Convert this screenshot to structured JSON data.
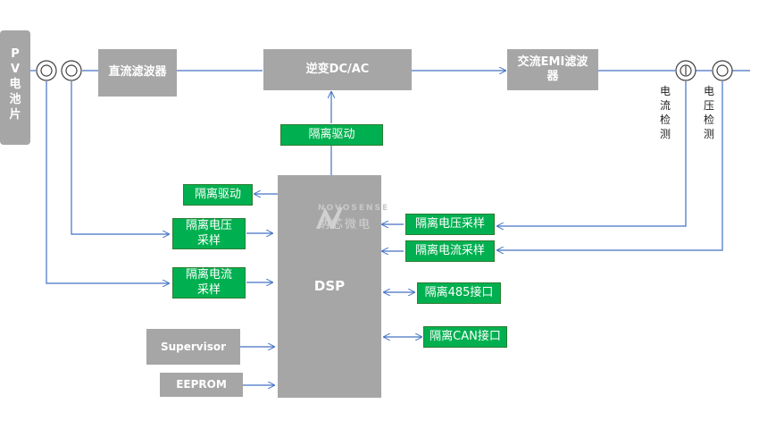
{
  "pv": {
    "label": [
      "P",
      "V",
      "电",
      "池",
      "片"
    ]
  },
  "blocks": {
    "dc_filter": "直流滤波器",
    "inverter": "逆变DC/AC",
    "ac_emi_filter": [
      "交流EMI滤波",
      "器"
    ],
    "dsp": "DSP",
    "supervisor": "Supervisor",
    "eeprom": "EEPROM"
  },
  "green_blocks": {
    "iso_drive_top": "隔离驱动",
    "iso_drive_left": "隔离驱动",
    "iso_voltage_left": [
      "隔离电压",
      "采样"
    ],
    "iso_current_left": [
      "隔离电流",
      "采样"
    ],
    "iso_voltage_right": "隔离电压采样",
    "iso_current_right": "隔离电流采样",
    "iso_485": "隔离485接口",
    "iso_can": "隔离CAN接口"
  },
  "sensors": {
    "current_detect": [
      "电",
      "流",
      "检",
      "测"
    ],
    "voltage_detect": [
      "电",
      "压",
      "检",
      "测"
    ]
  },
  "logo": {
    "name": "NOVOSENSE",
    "cn": "纳芯微电"
  },
  "colors": {
    "gray": "#a6a6a6",
    "green": "#00b050",
    "wire": "#4472c4"
  }
}
